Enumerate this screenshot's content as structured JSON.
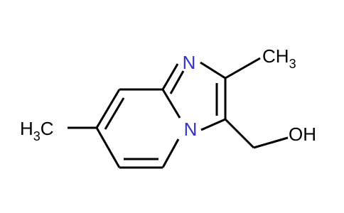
{
  "structure": {
    "atoms": {
      "n_imine": {
        "text": "N",
        "color": "#3333cc"
      },
      "n_bridge": {
        "text": "N",
        "color": "#3333cc"
      },
      "methyl_right": {
        "main": "CH",
        "sub": "3"
      },
      "methyl_left": {
        "main": "H",
        "sub": "3",
        "tail": "C"
      },
      "hydroxyl": {
        "text": "OH"
      }
    },
    "colors": {
      "bond": "#000000",
      "nitrogen": "#3333cc",
      "background": "#ffffff"
    }
  }
}
